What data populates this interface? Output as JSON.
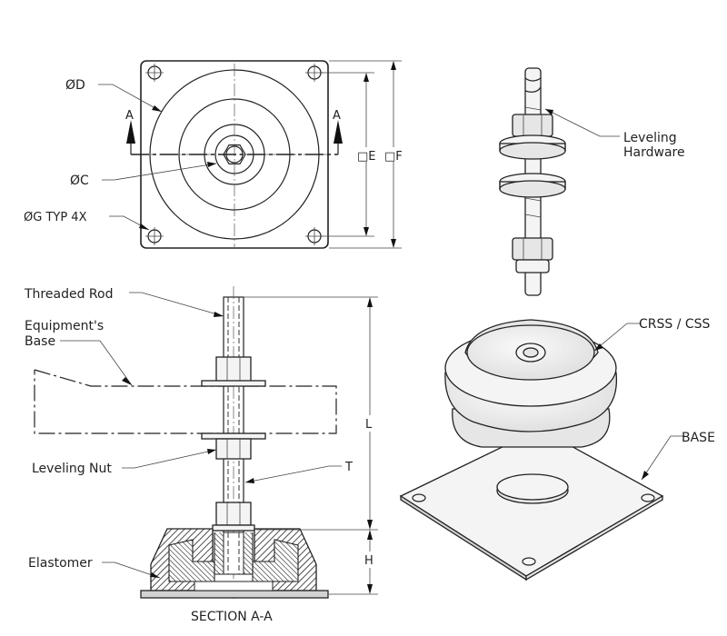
{
  "labels": {
    "dia_d": "ØD",
    "dia_c": "ØC",
    "dia_g": "ØG  TYP 4X",
    "section_a_left": "A",
    "section_a_right": "A",
    "dim_e": "□E",
    "dim_f": "□F",
    "leveling_hardware_1": "Leveling",
    "leveling_hardware_2": "Hardware",
    "threaded_rod": "Threaded Rod",
    "equipment_base_1": "Equipment's",
    "equipment_base_2": "Base",
    "leveling_nut": "Leveling Nut",
    "dim_t": "T",
    "dim_l": "L",
    "dim_h": "H",
    "elastomer": "Elastomer",
    "section_title": "SECTION A-A",
    "crss_css": "CRSS / CSS",
    "base": "BASE"
  }
}
